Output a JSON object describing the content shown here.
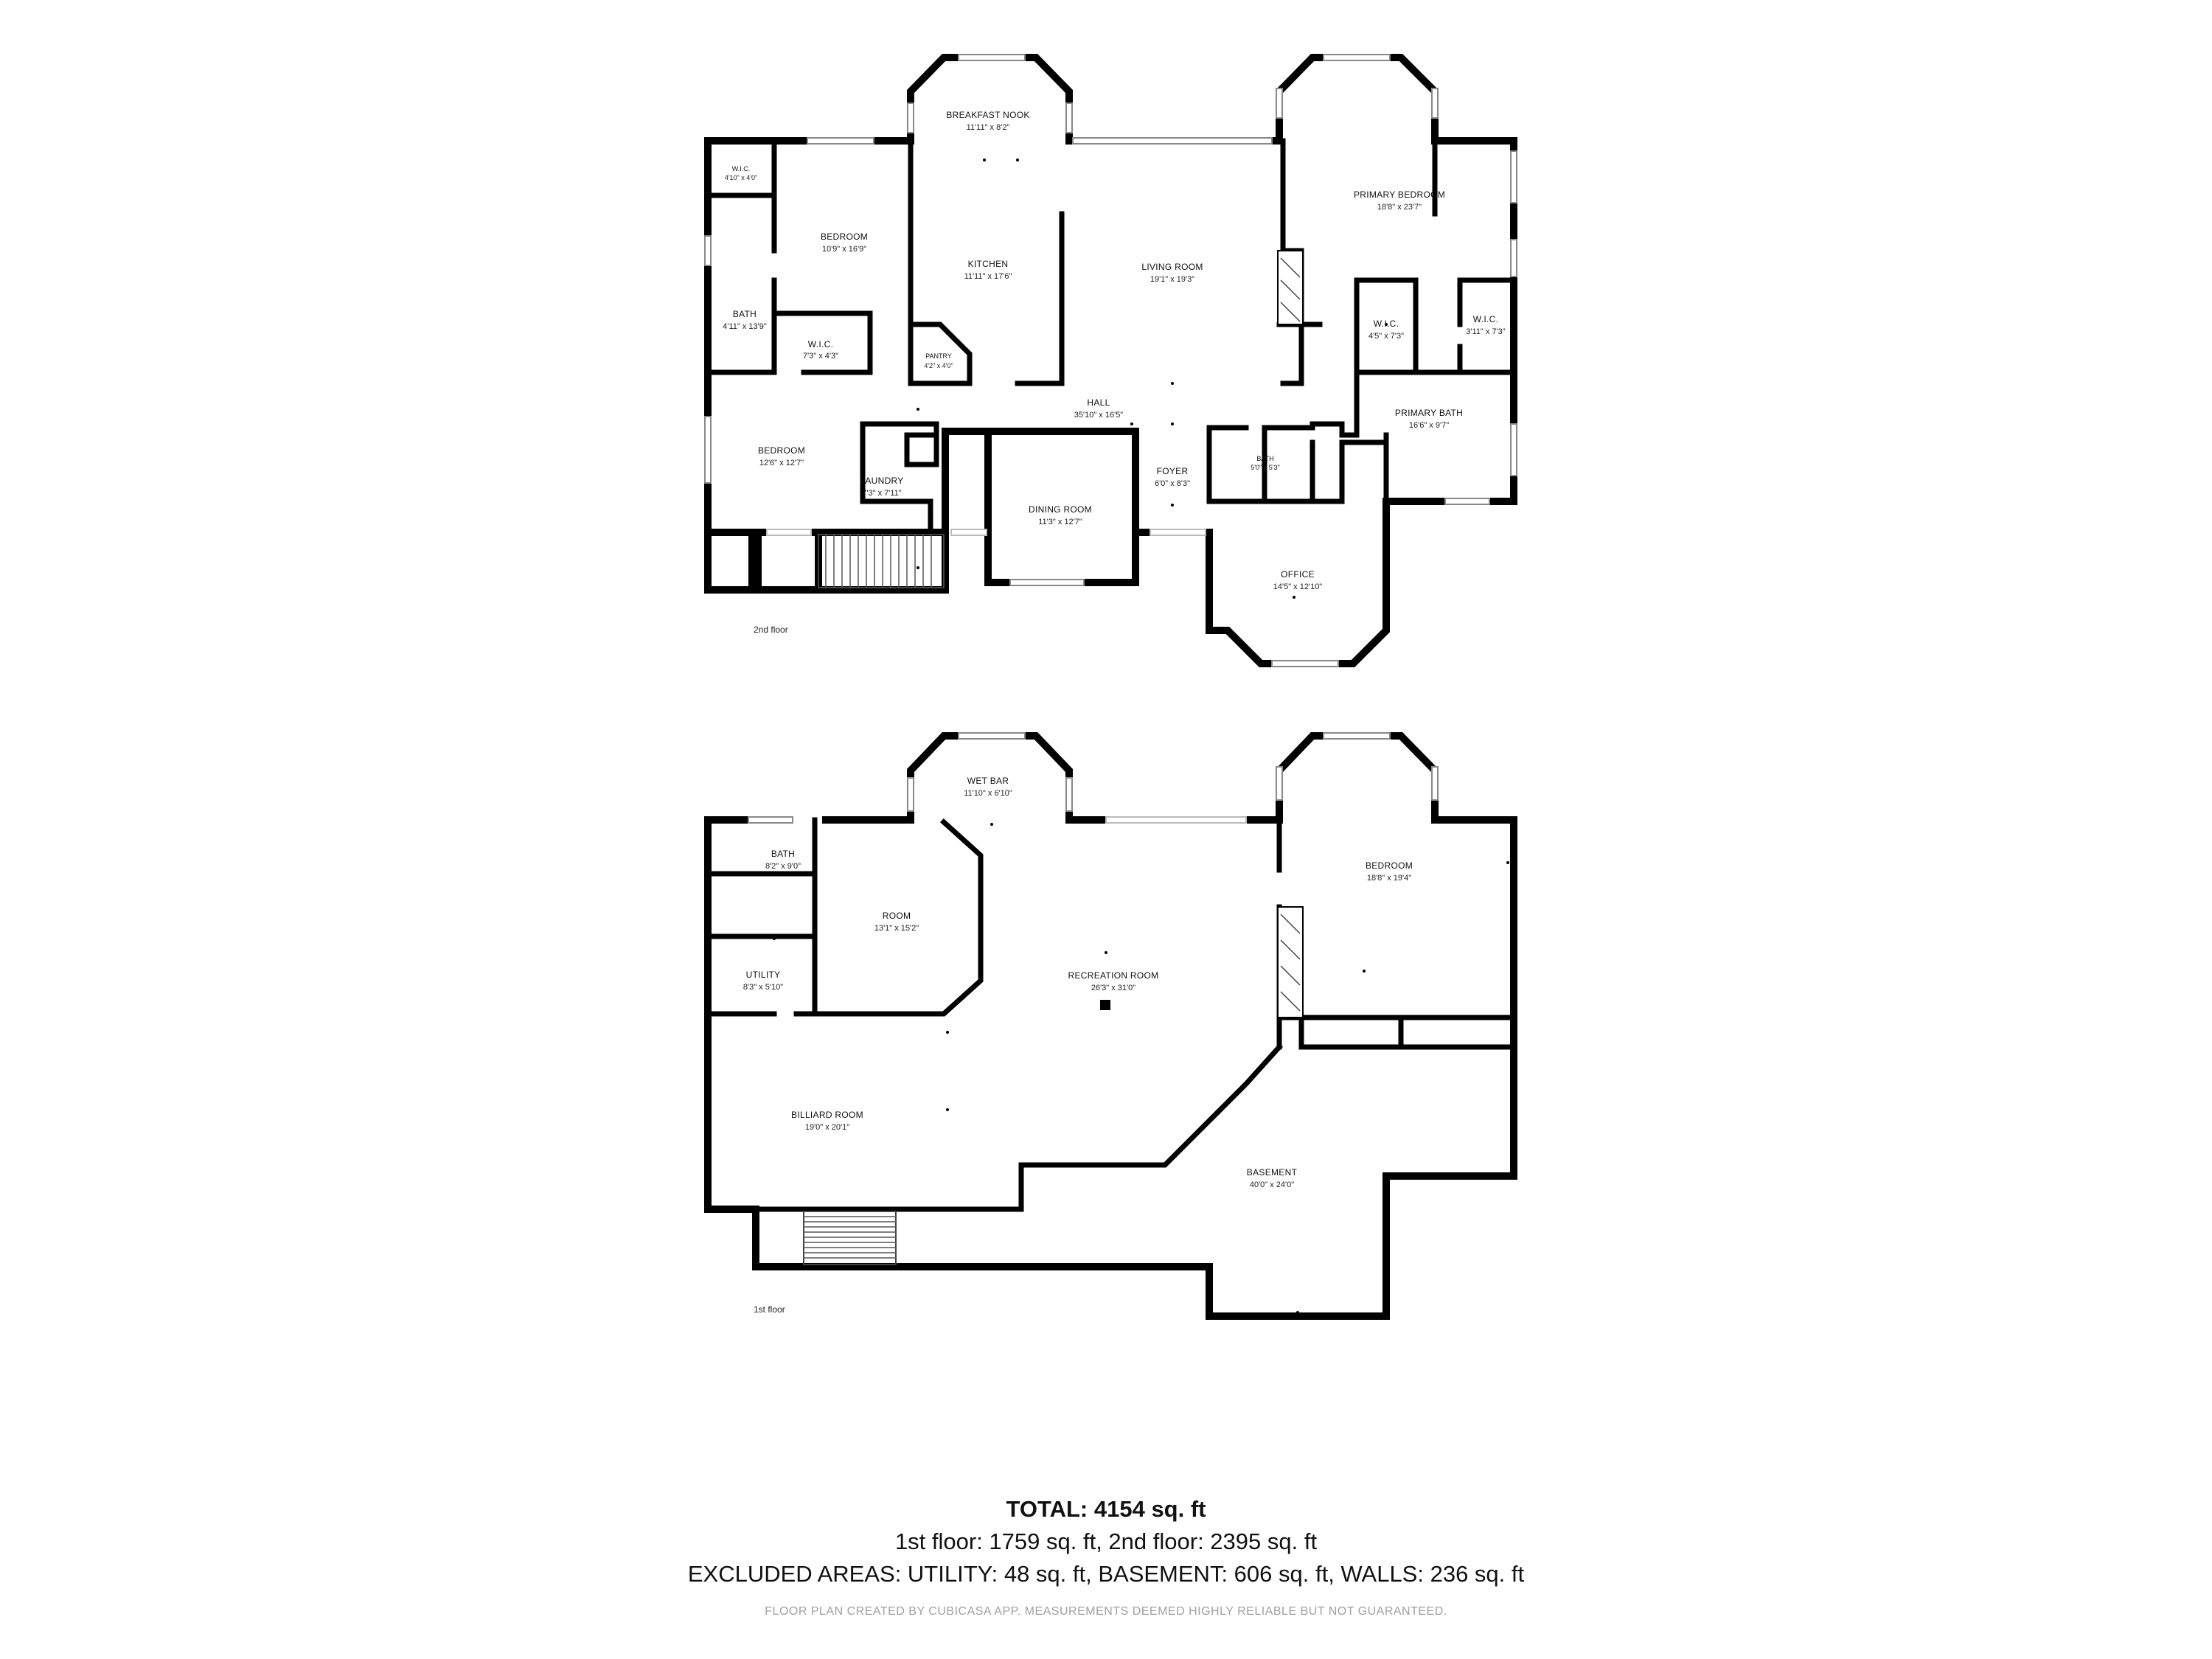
{
  "floors": {
    "second": {
      "label": "2nd floor",
      "rooms": {
        "breakfast_nook": {
          "name": "BREAKFAST NOOK",
          "dim": "11'11\" x 8'2\""
        },
        "primary_bedroom": {
          "name": "PRIMARY BEDROOM",
          "dim": "18'8\" x 23'7\""
        },
        "wic_small": {
          "name": "W.I.C.",
          "dim": "4'10\" x 4'0\""
        },
        "bedroom_a": {
          "name": "BEDROOM",
          "dim": "10'9\" x 16'9\""
        },
        "kitchen": {
          "name": "KITCHEN",
          "dim": "11'11\" x 17'6\""
        },
        "living_room": {
          "name": "LIVING ROOM",
          "dim": "19'1\" x 19'3\""
        },
        "bath_a": {
          "name": "BATH",
          "dim": "4'11\" x 13'9\""
        },
        "wic_a": {
          "name": "W.I.C.",
          "dim": "7'3\" x 4'3\""
        },
        "pantry": {
          "name": "PANTRY",
          "dim": "4'2\" x 4'0\""
        },
        "wic_primary_1": {
          "name": "W.I.C.",
          "dim": "4'5\" x 7'3\""
        },
        "wic_primary_2": {
          "name": "W.I.C.",
          "dim": "3'11\" x 7'3\""
        },
        "hall": {
          "name": "HALL",
          "dim": "35'10\" x 16'5\""
        },
        "primary_bath": {
          "name": "PRIMARY BATH",
          "dim": "16'6\" x 9'7\""
        },
        "bedroom_b": {
          "name": "BEDROOM",
          "dim": "12'6\" x 12'7\""
        },
        "laundry": {
          "name": "LAUNDRY",
          "dim": "7'3\" x 7'11\""
        },
        "dining_room": {
          "name": "DINING ROOM",
          "dim": "11'3\" x 12'7\""
        },
        "foyer": {
          "name": "FOYER",
          "dim": "6'0\" x 8'3\""
        },
        "bath_b": {
          "name": "BATH",
          "dim": "5'0\" x 5'3\""
        },
        "office": {
          "name": "OFFICE",
          "dim": "14'5\" x 12'10\""
        }
      }
    },
    "first": {
      "label": "1st floor",
      "rooms": {
        "wet_bar": {
          "name": "WET BAR",
          "dim": "11'10\" x 6'10\""
        },
        "bath": {
          "name": "BATH",
          "dim": "8'2\" x 9'0\""
        },
        "room": {
          "name": "ROOM",
          "dim": "13'1\" x 15'2\""
        },
        "bedroom": {
          "name": "BEDROOM",
          "dim": "18'8\" x 19'4\""
        },
        "utility": {
          "name": "UTILITY",
          "dim": "8'3\" x 5'10\""
        },
        "recreation_room": {
          "name": "RECREATION ROOM",
          "dim": "26'3\" x 31'0\""
        },
        "billiard_room": {
          "name": "BILLIARD ROOM",
          "dim": "19'0\" x 20'1\""
        },
        "basement": {
          "name": "BASEMENT",
          "dim": "40'0\" x 24'0\""
        }
      }
    }
  },
  "summary": {
    "total": "TOTAL: 4154 sq. ft",
    "floors_line": "1st floor: 1759 sq. ft, 2nd floor: 2395 sq. ft",
    "excluded_line": "EXCLUDED AREAS: UTILITY: 48 sq. ft, BASEMENT: 606 sq. ft, WALLS: 236 sq. ft",
    "credit": "FLOOR PLAN CREATED BY CUBICASA APP. MEASUREMENTS DEEMED HIGHLY RELIABLE BUT NOT GUARANTEED."
  }
}
